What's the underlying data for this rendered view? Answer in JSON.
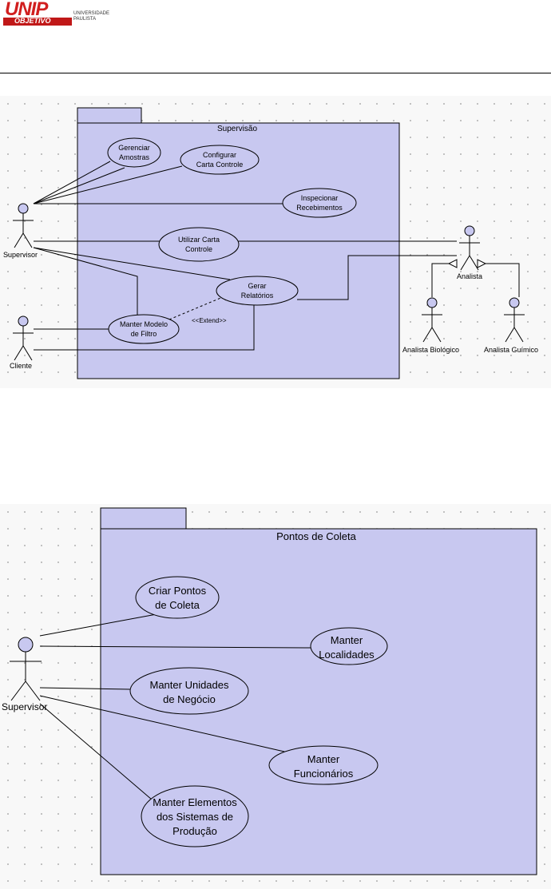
{
  "header": {
    "logo_main": "UNIP",
    "logo_bar": "OBJETIVO",
    "logo_side_1": "UNIVERSIDADE",
    "logo_side_2": "PAULISTA"
  },
  "diagram1": {
    "package": "Supervisão",
    "actors": {
      "supervisor": "Supervisor",
      "cliente": "Cliente",
      "analista": "Analista",
      "analista_bio": "Analista Biológico",
      "analista_qui": "Analista Guímico"
    },
    "usecases": {
      "gerenciar": [
        "Gerenciar",
        "Amostras"
      ],
      "configurar": [
        "Configurar",
        "Carta Controle"
      ],
      "inspecionar": [
        "Inspecionar",
        "Recebimentos"
      ],
      "utilizar": [
        "Utilizar Carta",
        "Controle"
      ],
      "gerar": [
        "Gerar",
        "Relatórios"
      ],
      "manter": [
        "Manter Modelo",
        "de Filtro"
      ]
    },
    "extend_label": "<<Extend>>"
  },
  "diagram2": {
    "package": "Pontos de Coleta",
    "actors": {
      "supervisor": "Supervisor"
    },
    "usecases": {
      "criar": [
        "Criar Pontos",
        "de Coleta"
      ],
      "localidades": [
        "Manter",
        "Localidades"
      ],
      "unidades": [
        "Manter Unidades",
        "de Negócio"
      ],
      "funcionarios": [
        "Manter",
        "Funcionários"
      ],
      "elementos": [
        "Manter Elementos",
        "dos Sistemas de",
        "Produção"
      ]
    }
  }
}
